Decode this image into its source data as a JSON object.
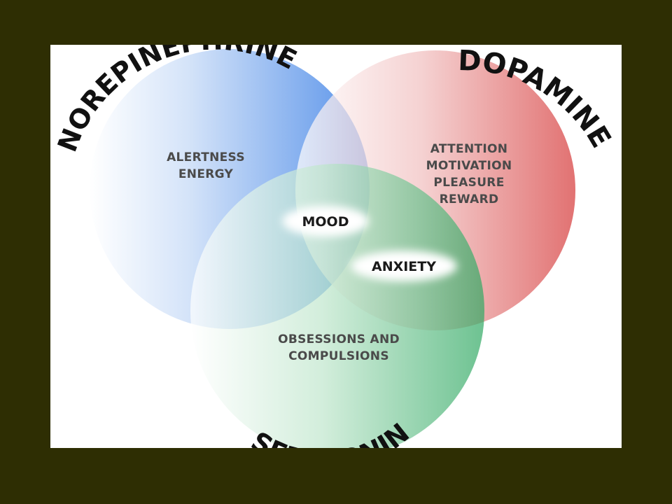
{
  "diagram": {
    "neurotransmitters": {
      "norepinephrine": "NOREPINEPHRINE",
      "dopamine": "DOPAMINE",
      "serotonin": "SEROTONIN"
    },
    "regions": {
      "norepinephrine": [
        "ALERTNESS",
        "ENERGY"
      ],
      "dopamine": [
        "ATTENTION",
        "MOTIVATION",
        "PLEASURE",
        "REWARD"
      ],
      "serotonin": [
        "OBSESSIONS AND",
        "COMPULSIONS"
      ]
    },
    "overlaps": {
      "mood": "MOOD",
      "anxiety": "ANXIETY"
    },
    "colors": {
      "norepinephrine": "#3f82e6",
      "dopamine": "#d63b3b",
      "serotonin": "#2fa862",
      "background": "#2e2e03"
    }
  }
}
